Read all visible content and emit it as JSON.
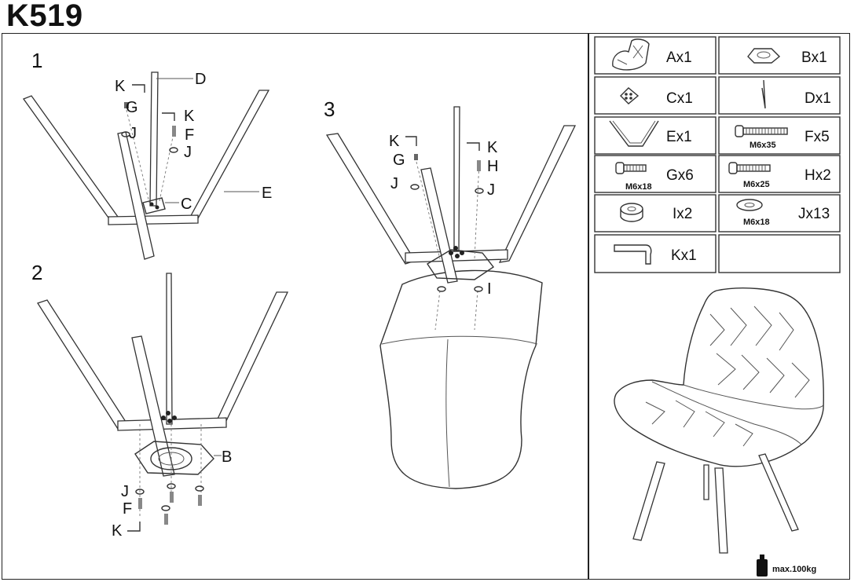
{
  "title": "K519",
  "steps": [
    {
      "number": "1",
      "labels": {
        "k_top": "K",
        "d": "D",
        "g": "G",
        "k_mid": "K",
        "j_left": "J",
        "f": "F",
        "j_right": "J",
        "c": "C",
        "e": "E"
      }
    },
    {
      "number": "2",
      "labels": {
        "b": "B",
        "j": "J",
        "f": "F",
        "k": "K"
      }
    },
    {
      "number": "3",
      "labels": {
        "k_left": "K",
        "g": "G",
        "j_left": "J",
        "k_right": "K",
        "h": "H",
        "j_right": "J",
        "i": "I"
      }
    }
  ],
  "parts": [
    {
      "name": "seat",
      "label": "Ax1",
      "size": ""
    },
    {
      "name": "swivel-plate",
      "label": "Bx1",
      "size": ""
    },
    {
      "name": "connector",
      "label": "Cx1",
      "size": ""
    },
    {
      "name": "leg",
      "label": "Dx1",
      "size": ""
    },
    {
      "name": "leg-frame",
      "label": "Ex1",
      "size": ""
    },
    {
      "name": "bolt-long",
      "label": "Fx5",
      "size": "M6x35"
    },
    {
      "name": "bolt-short",
      "label": "Gx6",
      "size": "M6x18"
    },
    {
      "name": "bolt-medium",
      "label": "Hx2",
      "size": "M6x25"
    },
    {
      "name": "spacer",
      "label": "Ix2",
      "size": ""
    },
    {
      "name": "washer",
      "label": "Jx13",
      "size": "M6x18"
    },
    {
      "name": "allen-key",
      "label": "Kx1",
      "size": ""
    }
  ],
  "max_load": "max.100kg"
}
